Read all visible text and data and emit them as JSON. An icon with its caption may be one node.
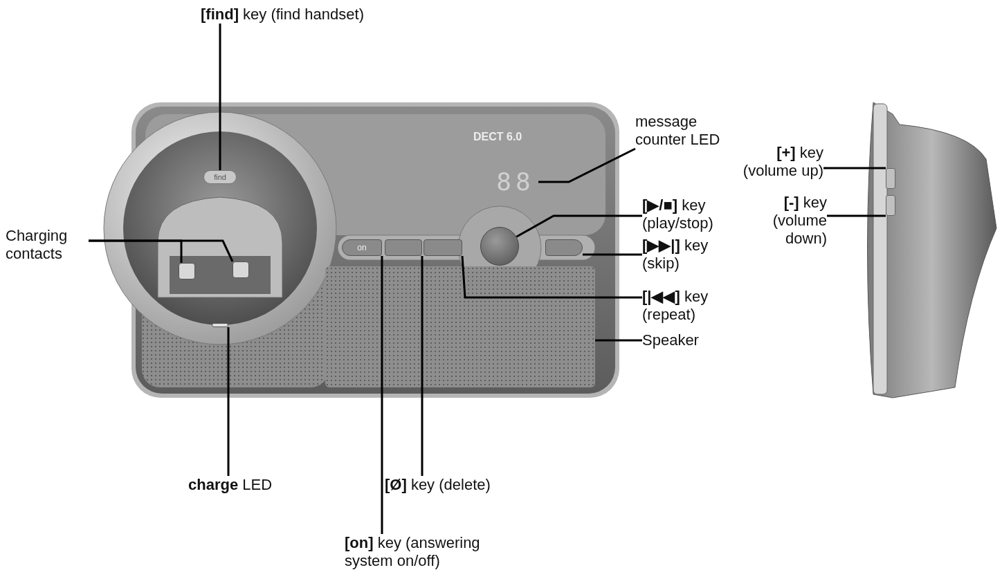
{
  "diagram": {
    "nodes": [
      {
        "text": [
          "**[find]** key (find handset)"
        ]
      },
      {
        "text": [
          "message counter LED"
        ]
      },
      {
        "text": [
          "**[+]** key (volume up)"
        ]
      },
      {
        "text": [
          "**[-]** key (volume down)"
        ]
      },
      {
        "text": [
          "**[▶/■]** key (play/stop)"
        ]
      },
      {
        "text": [
          "Charging contacts"
        ]
      },
      {
        "text": [
          "**[▶▶|]** key (skip)"
        ]
      },
      {
        "text": [
          "**[|◀◀]** key (repeat)"
        ]
      },
      {
        "text": [
          "Speaker"
        ]
      },
      {
        "text": [
          "**charge** LED"
        ]
      },
      {
        "text": [
          "**[Ø]** key (delete)"
        ]
      },
      {
        "text": [
          "**[on]** key (answering system on/off)"
        ]
      },
      {
        "text": [
          "find"
        ]
      },
      {
        "text": [
          "88"
        ]
      },
      {
        "text": [],
        "shape": "box"
      },
      {
        "text": [],
        "shape": "box"
      },
      {
        "text": [],
        "shape": "circle"
      },
      {
        "text": [],
        "shape": "box"
      },
      {
        "text": [],
        "shape": "box"
      },
      {
        "text": [],
        "shape": "box"
      },
      {
        "text": [],
        "shape": "box"
      },
      {
        "text": [],
        "shape": "box"
      },
      {
        "text": [],
        "shape": "bar"
      },
      {
        "text": [],
        "shape": "box"
      },
      {
        "text": [
          "on"
        ]
      }
    ],
    "edges": [
      {
        "from": 0,
        "to": 12,
        "arrow": "none"
      },
      {
        "from": 1,
        "to": 13,
        "arrow": "none"
      },
      {
        "from": 2,
        "to": 14,
        "arrow": "none"
      },
      {
        "from": 3,
        "to": 15,
        "arrow": "none"
      },
      {
        "from": 4,
        "to": 16,
        "arrow": "none"
      },
      {
        "from": 5,
        "to": 17,
        "arrow": "none"
      },
      {
        "from": 5,
        "to": 18,
        "arrow": "none"
      },
      {
        "from": 6,
        "to": 19,
        "arrow": "none"
      },
      {
        "from": 7,
        "to": 20,
        "arrow": "none"
      },
      {
        "from": 8,
        "to": 21,
        "arrow": "none"
      },
      {
        "from": 9,
        "to": 22,
        "arrow": "none"
      },
      {
        "from": 10,
        "to": 23,
        "arrow": "none"
      },
      {
        "from": 11,
        "to": 24,
        "arrow": "none"
      }
    ],
    "labels": [
      "DECT 6.0"
    ]
  }
}
